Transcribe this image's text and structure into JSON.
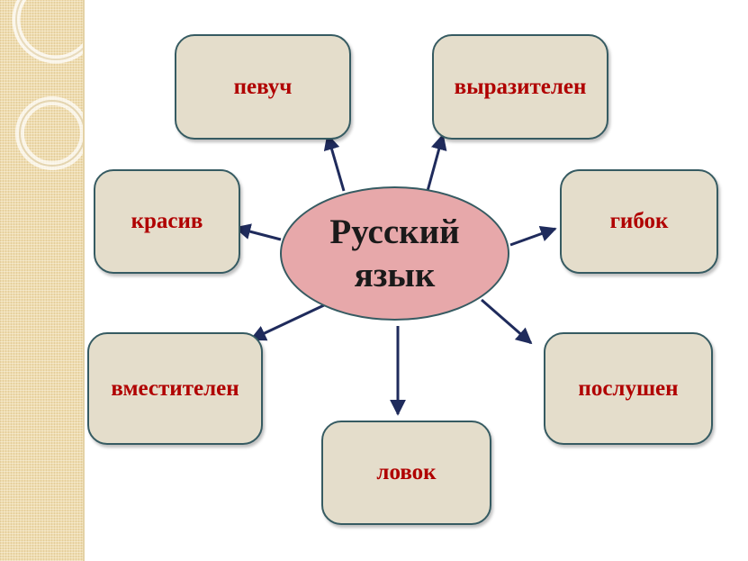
{
  "center": {
    "line1": "Русский",
    "line2": "язык"
  },
  "nodes": {
    "pevuch": "певуч",
    "vyrazitelen": "выразителен",
    "krasiv": "красив",
    "gibok": "гибок",
    "vmestitelen": "вместителен",
    "poslushen": "послушен",
    "lovok": "ловок"
  },
  "colors": {
    "box_fill": "#e4ddcb",
    "box_border": "#365b62",
    "label_text": "#b00000",
    "center_fill": "#e7a8aa",
    "arrow": "#1f2b5c"
  }
}
